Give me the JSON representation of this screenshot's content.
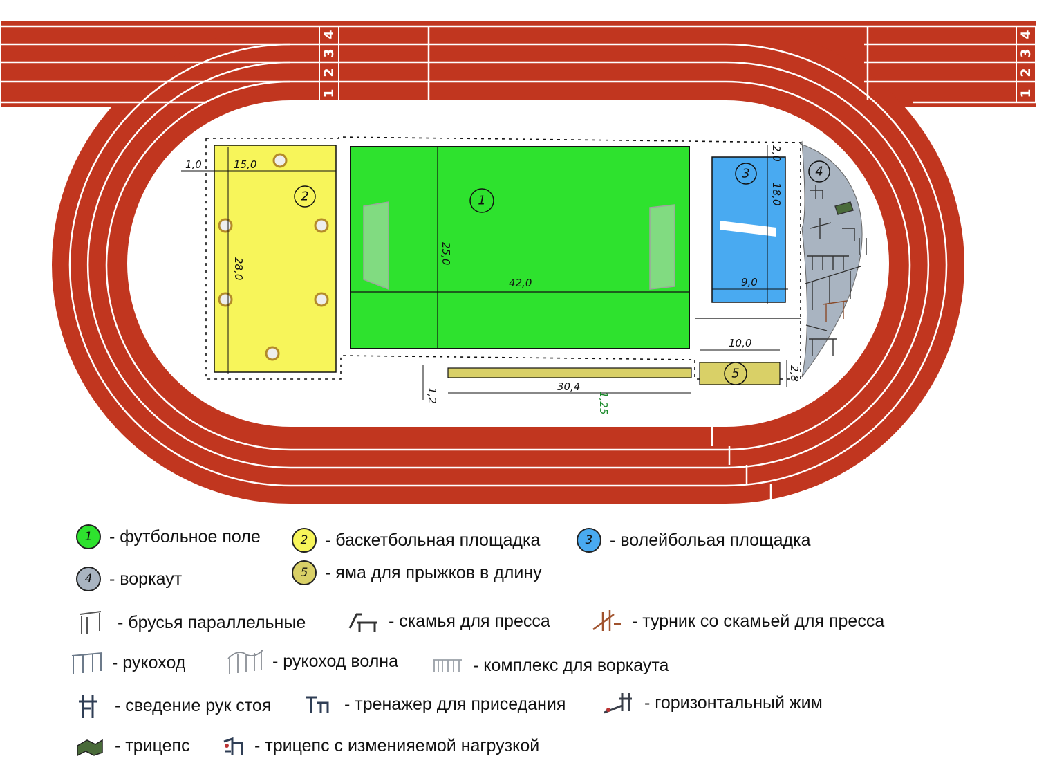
{
  "colors": {
    "track": "#c1361f",
    "field": "#2ee22e",
    "basketball": "#f7f55a",
    "volleyball": "#49aaf1",
    "workout": "#a9b4c1",
    "pit": "#d9d067"
  },
  "lanes": {
    "left": [
      "1",
      "2",
      "3",
      "4"
    ],
    "right": [
      "1",
      "2",
      "3",
      "4"
    ]
  },
  "zones": {
    "football": {
      "number": "1",
      "width": "42,0",
      "height": "25,0"
    },
    "basketball": {
      "number": "2",
      "width": "15,0",
      "height": "28,0",
      "offset": "1,0"
    },
    "volleyball": {
      "number": "3",
      "width": "9,0",
      "height": "18,0",
      "gap": "2,0"
    },
    "workout": {
      "number": "4"
    },
    "long_jump": {
      "number": "5",
      "width": "10,0",
      "height": "2,8",
      "runway": "30,4",
      "runway_gap": "1,2",
      "runway_width": "1,25"
    }
  },
  "legend": {
    "zones": [
      {
        "number": "1",
        "label": "- футбольное поле",
        "color": "#2ee22e"
      },
      {
        "number": "2",
        "label": "- баскетбольная площадка",
        "color": "#f7f55a"
      },
      {
        "number": "3",
        "label": "- волейбольая площадка",
        "color": "#49aaf1"
      },
      {
        "number": "4",
        "label": "- воркаут",
        "color": "#a9b4c1"
      },
      {
        "number": "5",
        "label": "- яма для прыжков в длину",
        "color": "#d9d067"
      }
    ],
    "equipment": [
      {
        "icon": "parallel-bars-icon",
        "label": "- брусья параллельные"
      },
      {
        "icon": "ab-bench-icon",
        "label": "- скамья для пресса"
      },
      {
        "icon": "pullup-bar-bench-icon",
        "label": "- турник со скамьей для пресса"
      },
      {
        "icon": "monkey-bars-icon",
        "label": "- рукоход"
      },
      {
        "icon": "wave-monkey-bars-icon",
        "label": "- рукоход волна"
      },
      {
        "icon": "workout-complex-icon",
        "label": "- комплекс для воркаута"
      },
      {
        "icon": "standing-chest-fly-icon",
        "label": "- сведение рук стоя"
      },
      {
        "icon": "squat-machine-icon",
        "label": "- тренажер для приседания"
      },
      {
        "icon": "horizontal-press-icon",
        "label": "- горизонтальный жим"
      },
      {
        "icon": "triceps-icon",
        "label": "- трицепс"
      },
      {
        "icon": "adjustable-triceps-icon",
        "label": "- трицепс с изменияемой нагрузкой"
      }
    ]
  }
}
